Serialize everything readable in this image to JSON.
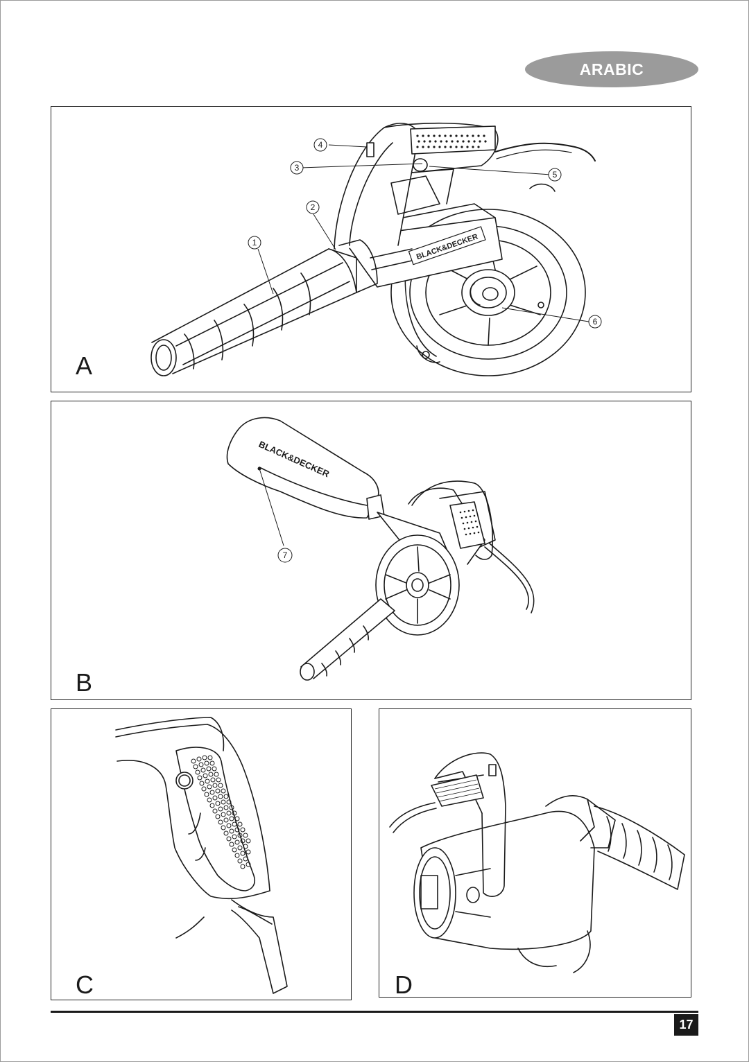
{
  "header": {
    "language_label": "ARABIC"
  },
  "panels": {
    "a": {
      "letter": "A",
      "brand_label": "BLACK&DECKER",
      "callouts": [
        "1",
        "2",
        "3",
        "4",
        "5",
        "6"
      ]
    },
    "b": {
      "letter": "B",
      "brand_label": "BLACK&DECKER",
      "callouts": [
        "7"
      ]
    },
    "c": {
      "letter": "C"
    },
    "d": {
      "letter": "D"
    }
  },
  "footer": {
    "page_number": "17"
  }
}
